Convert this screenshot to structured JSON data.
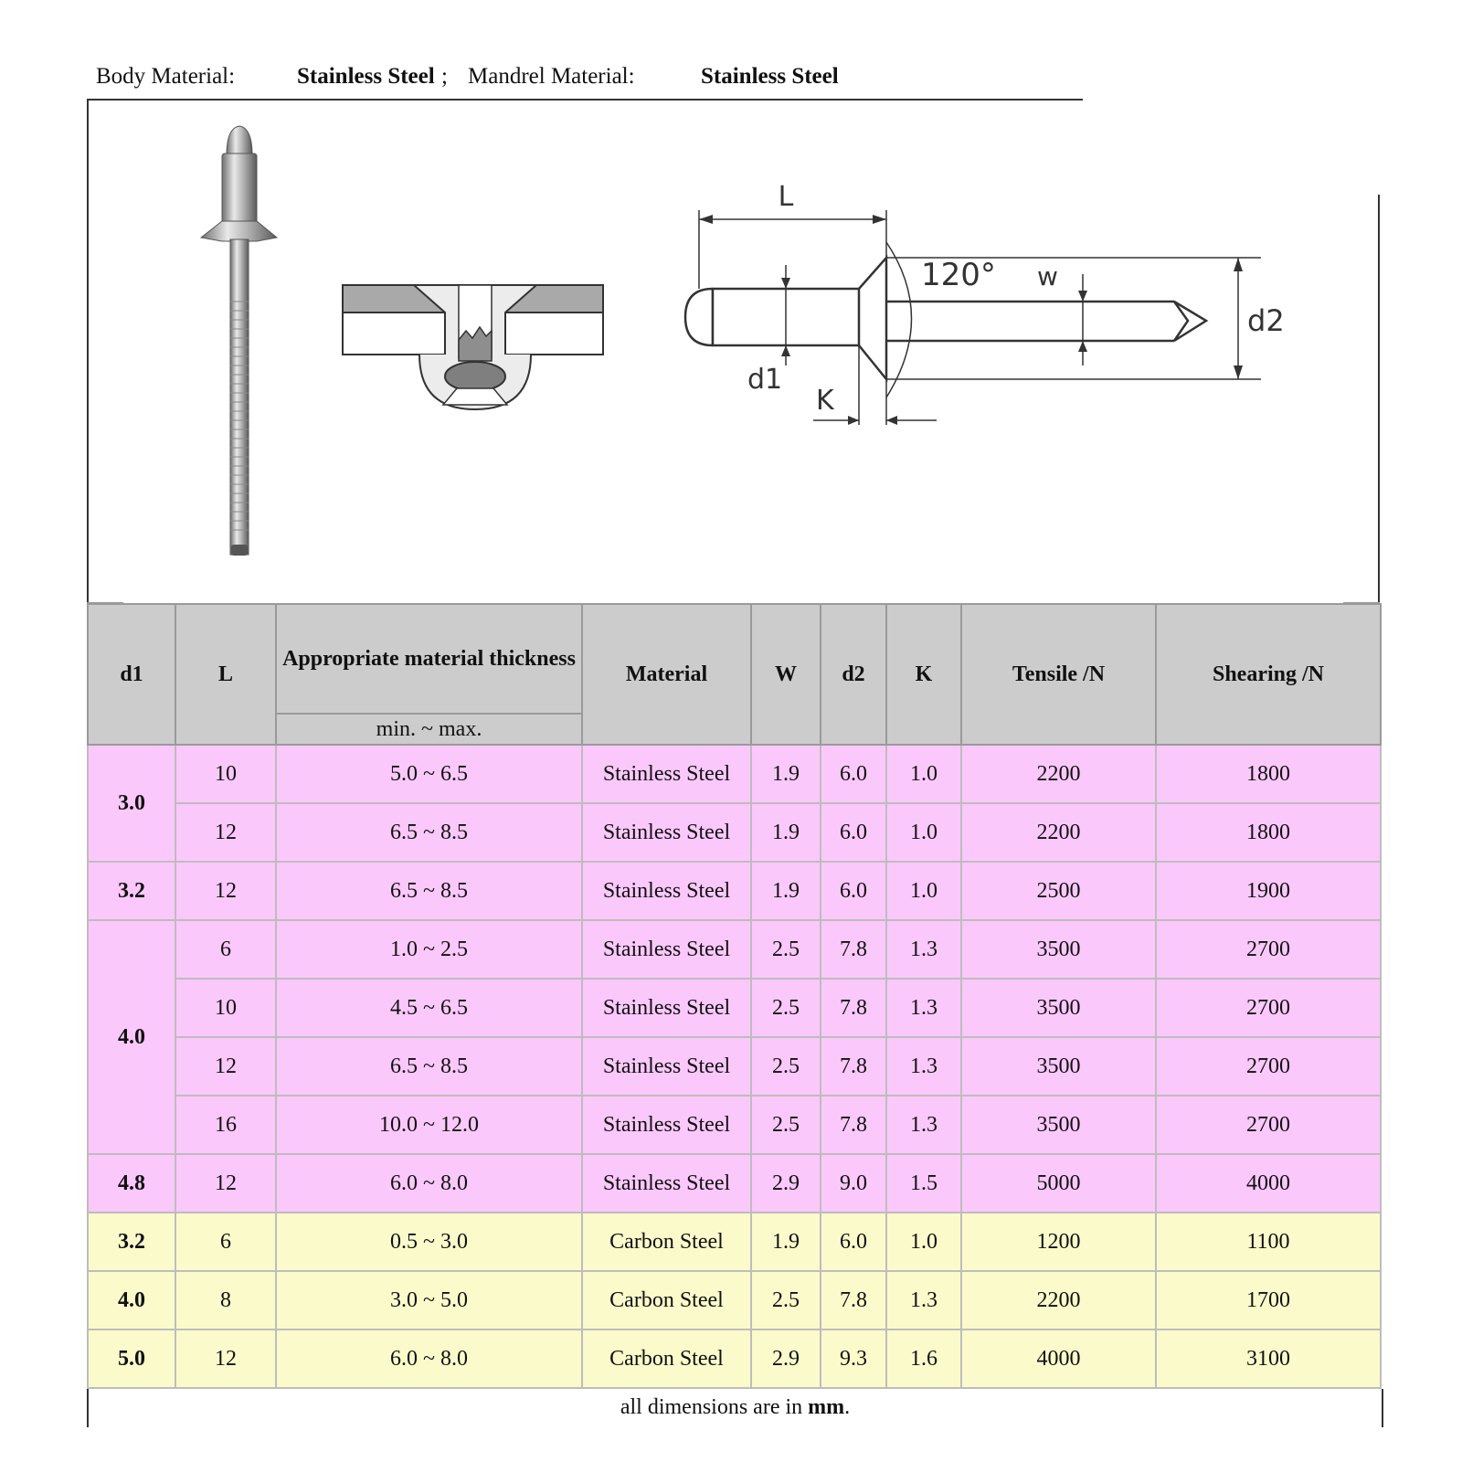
{
  "header": {
    "body_label": "Body Material:",
    "body_value": "Stainless Steel",
    "separator": ";",
    "mandrel_label": "Mandrel Material:",
    "mandrel_value": "Stainless Steel"
  },
  "diagram": {
    "labels": {
      "L": "L",
      "angle": "120°",
      "w": "w",
      "d2": "d2",
      "d1": "d1",
      "K": "K"
    }
  },
  "table": {
    "headers": {
      "d1": "d1",
      "L": "L",
      "thickness": "Appropriate material thickness",
      "thickness_sub": "min. ~ max.",
      "material": "Material",
      "W": "W",
      "d2": "d2",
      "K": "K",
      "tensile": "Tensile /N",
      "shearing": "Shearing /N"
    },
    "rows": [
      {
        "d1": "3.0",
        "L": "10",
        "thickness": "5.0 ~ 6.5",
        "material": "Stainless Steel",
        "W": "1.9",
        "d2": "6.0",
        "K": "1.0",
        "tensile": "2200",
        "shearing": "1800"
      },
      {
        "d1": "",
        "L": "12",
        "thickness": "6.5 ~ 8.5",
        "material": "Stainless Steel",
        "W": "1.9",
        "d2": "6.0",
        "K": "1.0",
        "tensile": "2200",
        "shearing": "1800"
      },
      {
        "d1": "3.2",
        "L": "12",
        "thickness": "6.5 ~ 8.5",
        "material": "Stainless Steel",
        "W": "1.9",
        "d2": "6.0",
        "K": "1.0",
        "tensile": "2500",
        "shearing": "1900"
      },
      {
        "d1": "4.0",
        "L": "6",
        "thickness": "1.0 ~ 2.5",
        "material": "Stainless Steel",
        "W": "2.5",
        "d2": "7.8",
        "K": "1.3",
        "tensile": "3500",
        "shearing": "2700"
      },
      {
        "d1": "",
        "L": "10",
        "thickness": "4.5 ~ 6.5",
        "material": "Stainless Steel",
        "W": "2.5",
        "d2": "7.8",
        "K": "1.3",
        "tensile": "3500",
        "shearing": "2700"
      },
      {
        "d1": "",
        "L": "12",
        "thickness": "6.5 ~ 8.5",
        "material": "Stainless Steel",
        "W": "2.5",
        "d2": "7.8",
        "K": "1.3",
        "tensile": "3500",
        "shearing": "2700"
      },
      {
        "d1": "",
        "L": "16",
        "thickness": "10.0 ~ 12.0",
        "material": "Stainless Steel",
        "W": "2.5",
        "d2": "7.8",
        "K": "1.3",
        "tensile": "3500",
        "shearing": "2700"
      },
      {
        "d1": "4.8",
        "L": "12",
        "thickness": "6.0 ~ 8.0",
        "material": "Stainless Steel",
        "W": "2.9",
        "d2": "9.0",
        "K": "1.5",
        "tensile": "5000",
        "shearing": "4000"
      },
      {
        "d1": "3.2",
        "L": "6",
        "thickness": "0.5 ~ 3.0",
        "material": "Carbon Steel",
        "W": "1.9",
        "d2": "6.0",
        "K": "1.0",
        "tensile": "1200",
        "shearing": "1100"
      },
      {
        "d1": "4.0",
        "L": "8",
        "thickness": "3.0 ~ 5.0",
        "material": "Carbon Steel",
        "W": "2.5",
        "d2": "7.8",
        "K": "1.3",
        "tensile": "2200",
        "shearing": "1700"
      },
      {
        "d1": "5.0",
        "L": "12",
        "thickness": "6.0 ~ 8.0",
        "material": "Carbon Steel",
        "W": "2.9",
        "d2": "9.3",
        "K": "1.6",
        "tensile": "4000",
        "shearing": "3100"
      }
    ]
  },
  "footer": {
    "prefix": "all dimensions are in",
    "unit": "mm",
    "suffix": "."
  },
  "colors": {
    "stainless_row": "#fbc8fb",
    "carbon_row": "#fbfacb",
    "header_bg": "#cccccc"
  }
}
